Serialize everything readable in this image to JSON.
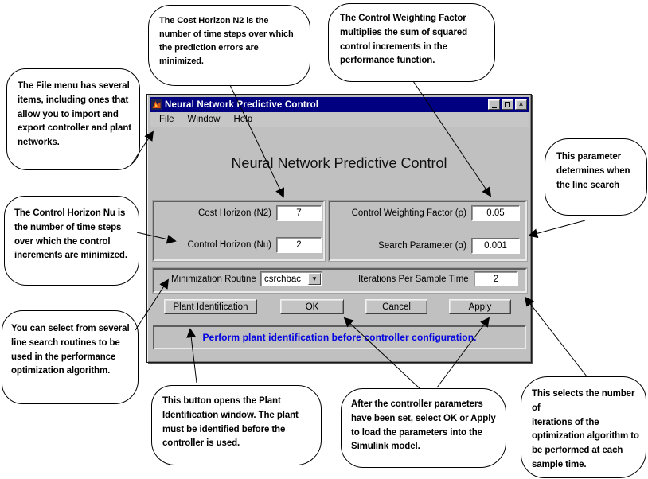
{
  "dialog": {
    "title": "Neural Network Predictive Control",
    "menu": {
      "file": "File",
      "window": "Window",
      "help": "Help"
    },
    "heading": "Neural Network Predictive Control",
    "fields": {
      "cost_horizon": {
        "label": "Cost Horizon (N2)",
        "value": "7"
      },
      "control_horizon": {
        "label": "Control Horizon (Nu)",
        "value": "2"
      },
      "control_weighting": {
        "label": "Control Weighting Factor (ρ)",
        "value": "0.05"
      },
      "search_parameter": {
        "label": "Search Parameter (α)",
        "value": "0.001"
      },
      "minimization_routine": {
        "label": "Minimization Routine",
        "value": "csrchbac"
      },
      "iterations": {
        "label": "Iterations Per Sample Time",
        "value": "2"
      }
    },
    "buttons": {
      "plant_identification": "Plant Identification",
      "ok": "OK",
      "cancel": "Cancel",
      "apply": "Apply"
    },
    "status": "Perform plant identification before controller configuration.",
    "icons": {
      "app": "matlab-icon",
      "minimize": "minimize-icon",
      "maximize": "maximize-icon",
      "close": "close-icon",
      "dropdown": "chevron-down-icon"
    },
    "colors": {
      "titlebar": "#000080",
      "status_text": "#0000e0",
      "dialog_bg": "#c0c0c0"
    }
  },
  "callouts": [
    {
      "id": "file-menu",
      "text": "The File menu has several\nitems, including ones that\nallow you to import and\nexport controller and plant\nnetworks."
    },
    {
      "id": "cost-horizon",
      "text": "The Cost Horizon N2 is the\nnumber of time steps over which\nthe prediction errors are\nminimized."
    },
    {
      "id": "control-weighting",
      "text": "The Control Weighting Factor\nmultiplies the sum of squared\ncontrol increments in the\nperformance function."
    },
    {
      "id": "search-parameter",
      "text": "This parameter\ndetermines when\nthe line search"
    },
    {
      "id": "control-horizon",
      "text": "The Control Horizon Nu is\nthe number of time steps\nover which the control\nincrements are minimized."
    },
    {
      "id": "line-search",
      "text": "You can select from several\nline search routines to be\nused in the performance\noptimization algorithm."
    },
    {
      "id": "plant-id",
      "text": "This button opens the Plant\nIdentification window. The plant\nmust be identified before the\ncontroller is used."
    },
    {
      "id": "ok-apply",
      "text": "After the controller parameters\nhave been set, select OK or Apply\nto load the parameters into the\nSimulink model."
    },
    {
      "id": "iterations",
      "text": "This selects the number of\niterations of the\noptimization algorithm to\nbe performed at each\nsample time."
    }
  ]
}
